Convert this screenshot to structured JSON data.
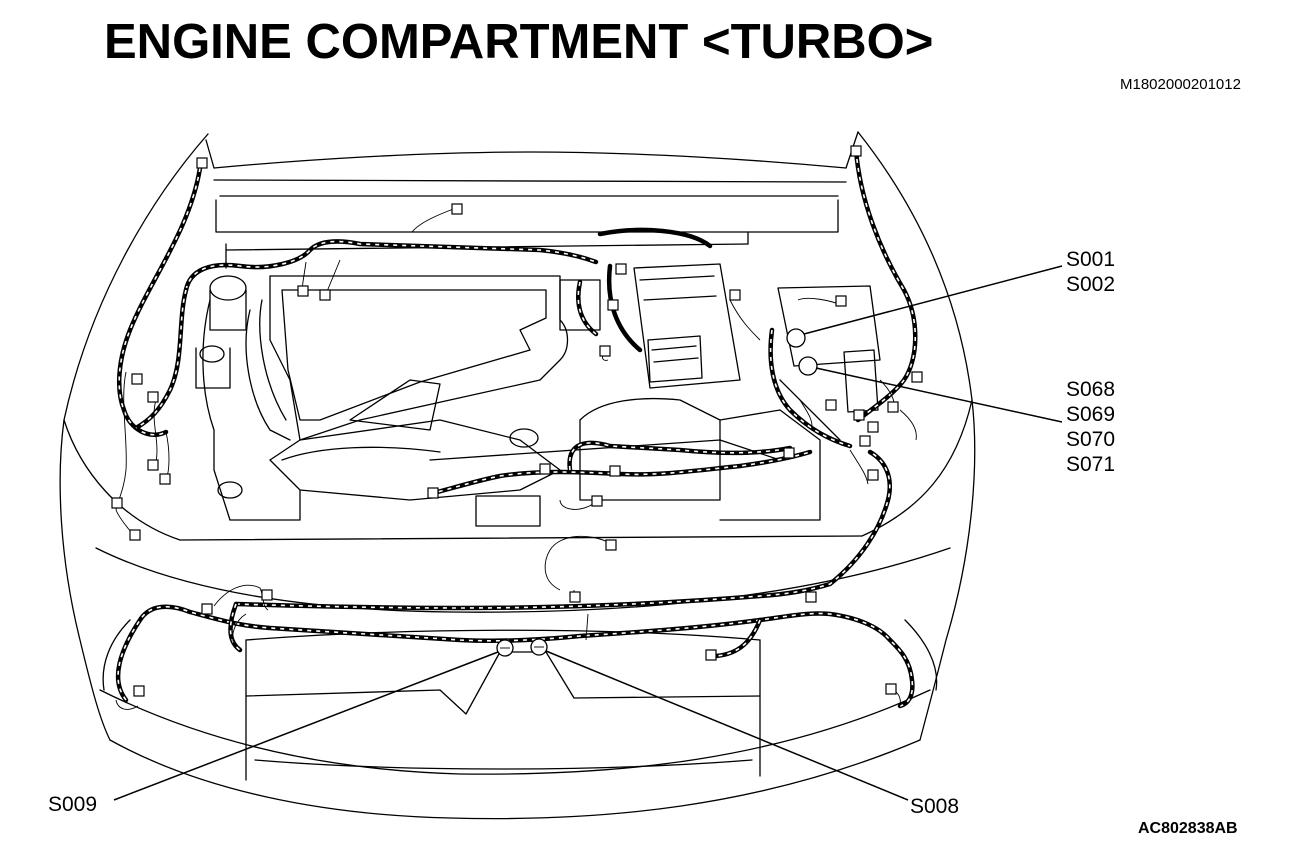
{
  "title": "ENGINE COMPARTMENT <TURBO>",
  "figure_code": "M1802000201012",
  "illustration_code": "AC802838AB",
  "callouts": {
    "s001": "S001",
    "s002": "S002",
    "s068": "S068",
    "s069": "S069",
    "s070": "S070",
    "s071": "S071",
    "s009": "S009",
    "s008": "S008"
  }
}
